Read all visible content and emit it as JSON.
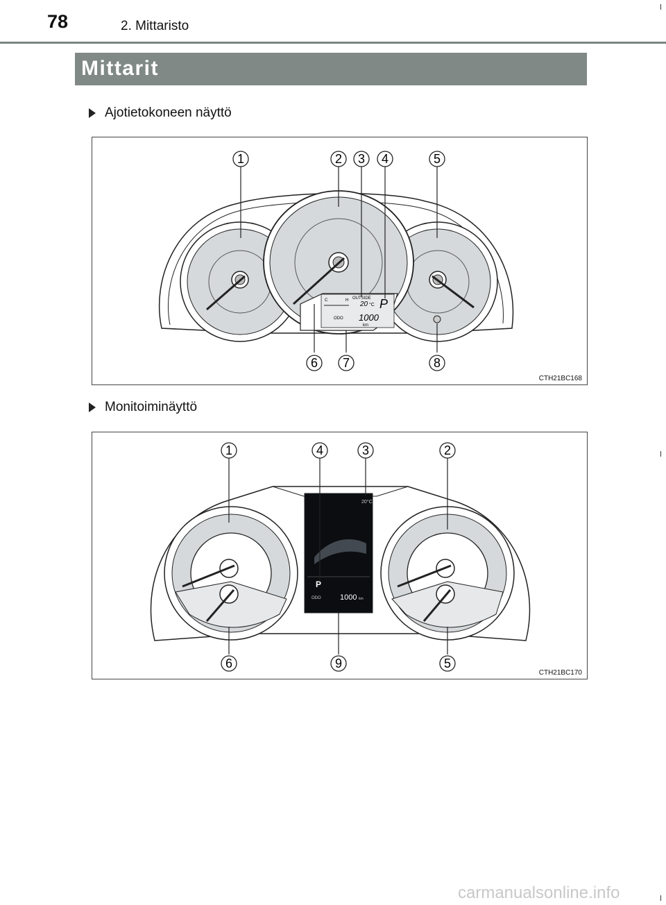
{
  "header": {
    "page_number": "78",
    "chapter": "2. Mittaristo"
  },
  "section_title": "Mittarit",
  "figure1": {
    "heading": "Ajotietokoneen näyttö",
    "code": "CTH21BC168",
    "callouts": [
      "1",
      "2",
      "3",
      "4",
      "5",
      "6",
      "7",
      "8"
    ],
    "display": {
      "outside_label": "OUTSIDE",
      "temperature": "20",
      "temp_unit": "°C",
      "gear": "P",
      "odo_label": "ODO",
      "odometer": "1000",
      "odo_unit": "km",
      "cold": "C",
      "hot": "H"
    }
  },
  "figure2": {
    "heading": "Monitoiminäyttö",
    "code": "CTH21BC170",
    "callouts": [
      "1",
      "4",
      "3",
      "2",
      "6",
      "9",
      "5"
    ],
    "display": {
      "temperature": "20°C",
      "gear": "P",
      "odo_label": "ODO",
      "odometer": "1000",
      "odo_unit": "km"
    }
  },
  "watermark": "carmanualsonline.info"
}
